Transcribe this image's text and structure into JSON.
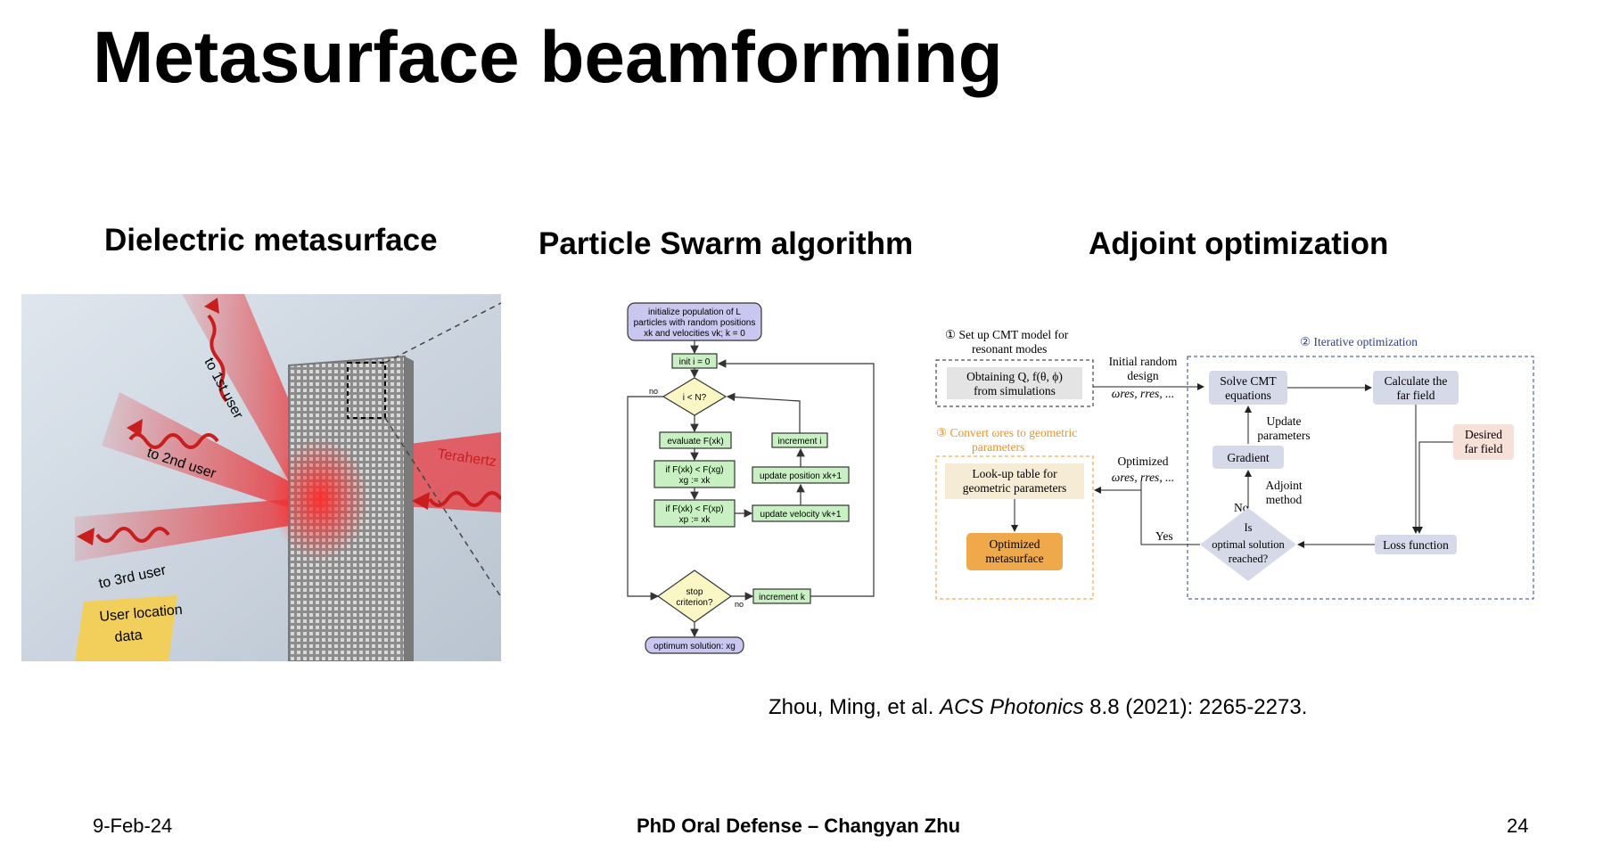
{
  "slide": {
    "title": "Metasurface beamforming",
    "sections": [
      {
        "heading": "Dielectric metasurface"
      },
      {
        "heading": "Particle Swarm algorithm"
      },
      {
        "heading": "Adjoint optimization"
      }
    ],
    "citation": {
      "authors": "Zhou, Ming, et al. ",
      "journal": "ACS Photonics",
      "details": " 8.8 (2021): 2265-2273."
    }
  },
  "photo": {
    "labels": {
      "user1": "to 1st user",
      "user2": "to 2nd user",
      "user3": "to 3rd user",
      "terahertz": "Terahertz",
      "user_location_line1": "User location",
      "user_location_line2": "data"
    },
    "colors": {
      "beam": "#e8383d",
      "sign": "#f2cf5b",
      "backdrop": "#c9d3de"
    }
  },
  "pso": {
    "nodes": {
      "init_pop_l1": "initialize population of L",
      "init_pop_l2": "particles with random positions",
      "init_pop_l3": "xk and velocities vk; k = 0",
      "init_i": "init i = 0",
      "cond_i": "i < N?",
      "no1": "no",
      "evaluate": "evaluate F(xk)",
      "if_g_l1": "if F(xk) < F(xg)",
      "if_g_l2": "xg := xk",
      "if_p_l1": "if F(xk) < F(xp)",
      "if_p_l2": "xp := xk",
      "increment_i": "increment i",
      "update_pos": "update position xk+1",
      "update_vel": "update velocity vk+1",
      "stop_l1": "stop",
      "stop_l2": "criterion?",
      "no2": "no",
      "increment_k": "increment k",
      "optimum": "optimum solution: xg"
    },
    "colors": {
      "terminal": "#c9c6f0",
      "process": "#c8f0c2",
      "decision": "#fbf7c4",
      "stroke": "#333333"
    }
  },
  "adjoint": {
    "step1_l1": "① Set up CMT model for",
    "step1_l2": "resonant modes",
    "step2": "② Iterative optimization",
    "step3_l1": "③ Convert ωres to geometric",
    "step3_l2": "parameters",
    "obtaining_l1": "Obtaining Q, f(θ, ϕ)",
    "obtaining_l2": "from simulations",
    "initial_l1": "Initial random",
    "initial_l2": "design",
    "initial_l3": "ωres, rres, ...",
    "solve_l1": "Solve CMT",
    "solve_l2": "equations",
    "calc_l1": "Calculate the",
    "calc_l2": "far field",
    "update_l1": "Update",
    "update_l2": "parameters",
    "gradient": "Gradient",
    "desired_l1": "Desired",
    "desired_l2": "far field",
    "adjoint_l1": "Adjoint",
    "adjoint_l2": "method",
    "optimized_l1": "Optimized",
    "optimized_l2": "ωres, rres, ...",
    "lookup_l1": "Look-up table for",
    "lookup_l2": "geometric parameters",
    "no": "No",
    "yes": "Yes",
    "is_l1": "Is",
    "is_l2": "optimal solution",
    "is_l3": "reached?",
    "loss": "Loss function",
    "optsurf_l1": "Optimized",
    "optsurf_l2": "metasurface",
    "colors": {
      "blue": "#2f3e8f",
      "orange": "#e8942b",
      "node": "#d6d9e8",
      "pink": "#f6e0d8",
      "beige": "#f6ecd6",
      "gray": "#e4e4e4",
      "gold": "#f0a94a"
    }
  },
  "footer": {
    "date": "9-Feb-24",
    "center": "PhD Oral Defense – Changyan Zhu",
    "page": "24"
  }
}
